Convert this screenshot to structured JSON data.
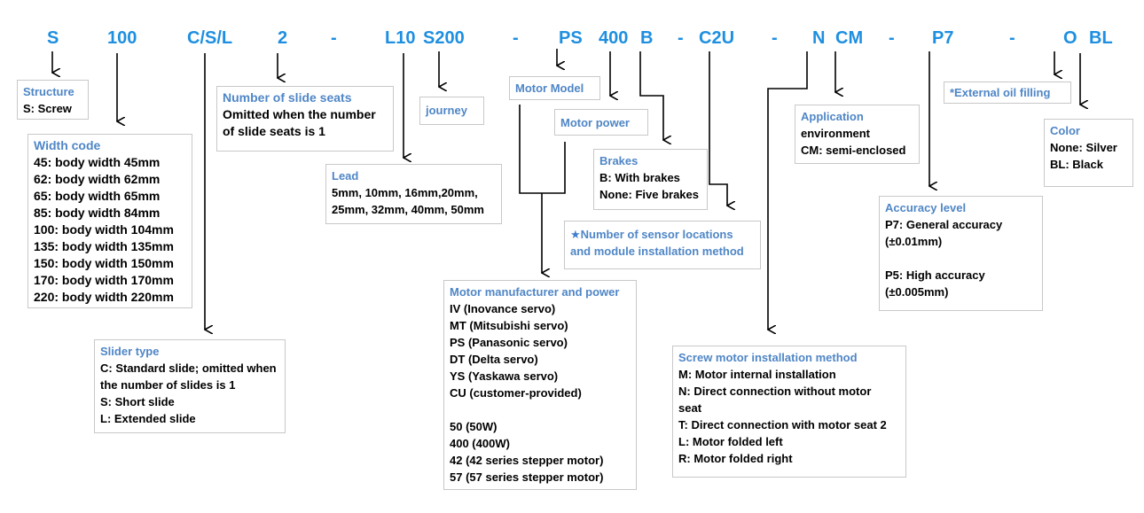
{
  "code_segments": [
    {
      "id": "s",
      "text": "S"
    },
    {
      "id": "w",
      "text": "100"
    },
    {
      "id": "sl",
      "text": "C/S/L"
    },
    {
      "id": "n",
      "text": "2"
    },
    {
      "id": "d1",
      "text": "-"
    },
    {
      "id": "l",
      "text": "L10"
    },
    {
      "id": "st",
      "text": "S200"
    },
    {
      "id": "d2",
      "text": "-"
    },
    {
      "id": "mm",
      "text": "PS"
    },
    {
      "id": "mp",
      "text": "400"
    },
    {
      "id": "b",
      "text": "B"
    },
    {
      "id": "d3",
      "text": "-"
    },
    {
      "id": "sen",
      "text": "C2U"
    },
    {
      "id": "d4",
      "text": "-"
    },
    {
      "id": "inst",
      "text": "N"
    },
    {
      "id": "app",
      "text": "CM"
    },
    {
      "id": "d5",
      "text": "-"
    },
    {
      "id": "acc",
      "text": "P7"
    },
    {
      "id": "d6",
      "text": "-"
    },
    {
      "id": "oil",
      "text": "O"
    },
    {
      "id": "col",
      "text": "BL"
    }
  ],
  "boxes": {
    "structure": {
      "title": "Structure",
      "lines": [
        "S: Screw"
      ]
    },
    "width_code": {
      "title": "Width code",
      "lines": [
        "45: body width 45mm",
        "62: body width 62mm",
        "65: body width 65mm",
        "85: body width 84mm",
        "100: body width 104mm",
        "135: body width 135mm",
        "150: body width 150mm",
        "170: body width 170mm",
        "220: body width 220mm"
      ]
    },
    "slider_type": {
      "title": "Slider type",
      "lines": [
        "C: Standard slide; omitted when",
        "the number of slides is 1",
        "S: Short slide",
        "L: Extended slide"
      ]
    },
    "slide_seats": {
      "title": "Number of slide seats",
      "lines": [
        "Omitted when the number",
        "of slide seats is 1"
      ]
    },
    "lead": {
      "title": "Lead",
      "lines": [
        "5mm, 10mm, 16mm,20mm,",
        "25mm, 32mm, 40mm, 50mm"
      ]
    },
    "journey": {
      "title": "journey"
    },
    "motor_model": {
      "title": "Motor Model"
    },
    "motor_power": {
      "title": "Motor power"
    },
    "brakes": {
      "title": "Brakes",
      "lines": [
        "B: With brakes",
        "None: Five brakes"
      ]
    },
    "sensor": {
      "star": "★",
      "title_lines": [
        "Number of sensor locations",
        "and module installation method"
      ]
    },
    "motor_manufacturer": {
      "title": "Motor manufacturer and power",
      "lines": [
        "IV (Inovance servo)",
        "MT (Mitsubishi servo)",
        "PS (Panasonic servo)",
        "DT (Delta servo)",
        "YS (Yaskawa servo)",
        "CU (customer-provided)"
      ],
      "lines2": [
        "50 (50W)",
        "400 (400W)",
        "42 (42 series stepper motor)",
        "57 (57 series stepper motor)"
      ]
    },
    "screw_motor": {
      "title": "Screw motor installation method",
      "lines": [
        "M: Motor internal installation",
        "N: Direct connection without motor",
        "seat",
        "T: Direct connection with motor seat 2",
        "L: Motor folded left",
        "R: Motor folded right"
      ]
    },
    "application": {
      "title": "Application",
      "lines": [
        "environment",
        "CM: semi-enclosed"
      ]
    },
    "accuracy": {
      "title": "Accuracy level",
      "lines": [
        "P7: General accuracy",
        "(±0.01mm)"
      ],
      "lines2": [
        "P5: High accuracy",
        "(±0.005mm)"
      ]
    },
    "external_oil": {
      "title": "*External oil filling"
    },
    "color": {
      "title": "Color",
      "lines": [
        "None: Silver",
        "BL: Black"
      ]
    }
  },
  "colors": {
    "code": "#1e8fe0",
    "title": "#4f86c6",
    "border": "#c8c8c8",
    "arrow": "#000000"
  }
}
